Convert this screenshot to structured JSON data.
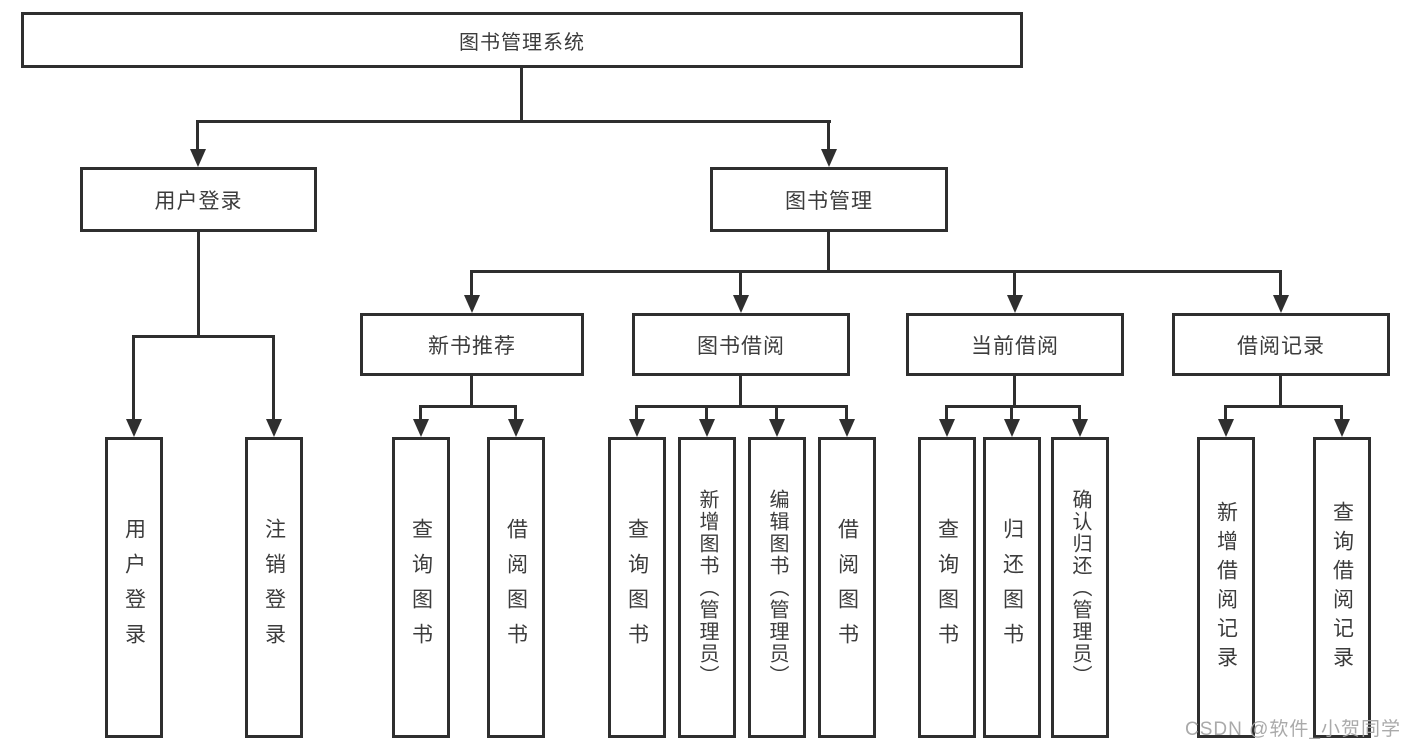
{
  "diagram": {
    "root": {
      "label": "图书管理系统"
    },
    "level2": [
      {
        "label": "用户登录"
      },
      {
        "label": "图书管理"
      }
    ],
    "level3": [
      {
        "label": "新书推荐"
      },
      {
        "label": "图书借阅"
      },
      {
        "label": "当前借阅"
      },
      {
        "label": "借阅记录"
      }
    ],
    "leaves": {
      "user_login": [
        {
          "label": "用户登录"
        },
        {
          "label": "注销登录"
        }
      ],
      "new_book": [
        {
          "label": "查询图书"
        },
        {
          "label": "借阅图书"
        }
      ],
      "book_borrow": [
        {
          "label": "查询图书"
        },
        {
          "label": "新增图书（管理员）"
        },
        {
          "label": "编辑图书（管理员）"
        },
        {
          "label": "借阅图书"
        }
      ],
      "current_borrow": [
        {
          "label": "查询图书"
        },
        {
          "label": "归还图书"
        },
        {
          "label": "确认归还（管理员）"
        }
      ],
      "borrow_record": [
        {
          "label": "新增借阅记录"
        },
        {
          "label": "查询借阅记录"
        }
      ]
    }
  },
  "watermark": {
    "text": "CSDN @软件_小贺同学"
  },
  "colors": {
    "line": "#2f2f2f",
    "text": "#3c3c3c",
    "background": "#ffffff",
    "watermark": "#a5a5a5"
  }
}
